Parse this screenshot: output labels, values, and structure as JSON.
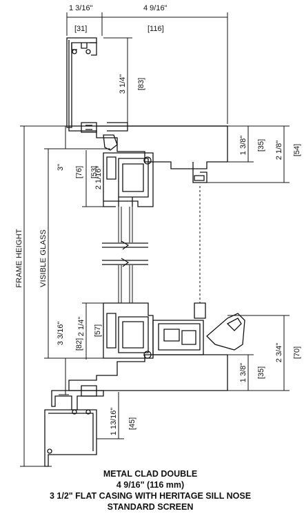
{
  "dimensions": {
    "top_width_in": "1 3/16\"",
    "top_width_mm": "[31]",
    "top_depth_in": "4 9/16\"",
    "top_depth_mm": "[116]",
    "head_ext_in": "3 1/4\"",
    "head_ext_mm": "[83]",
    "head_right_in": "1 3/8\"",
    "head_right_mm": "[35]",
    "head_outer_in": "2 1/8\"",
    "head_outer_mm": "[54]",
    "head_left_in": "3\"",
    "head_left_mm": "[76]",
    "head_inner_in": "2 1/16\"",
    "head_inner_mm": "[53]",
    "sill_left_in": "3 3/16\"",
    "sill_left_mm": "[82]",
    "sill_inner_in": "2 1/4\"",
    "sill_inner_mm": "[57]",
    "sill_right_in": "1 3/8\"",
    "sill_right_mm": "[35]",
    "sill_outer_in": "2 3/4\"",
    "sill_outer_mm": "[70]",
    "bottom_ext_in": "1 13/16\"",
    "bottom_ext_mm": "[45]"
  },
  "labels": {
    "frame_height": "FRAME HEIGHT",
    "visible_glass": "VISIBLE GLASS"
  },
  "caption": {
    "line1": "METAL CLAD DOUBLE",
    "line2": "4 9/16\" (116 mm)",
    "line3": "3 1/2\" FLAT CASING WITH HERITAGE SILL NOSE",
    "line4": "STANDARD SCREEN"
  }
}
